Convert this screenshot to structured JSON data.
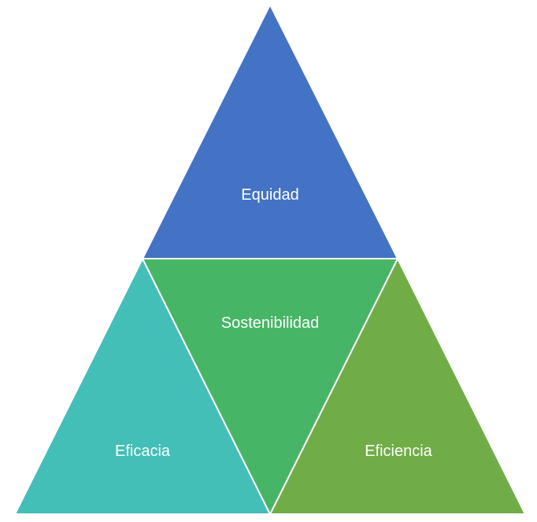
{
  "diagram": {
    "type": "pyramid-triangle",
    "segments": [
      {
        "id": "top",
        "label": "Equidad",
        "color": "#4472C4"
      },
      {
        "id": "center",
        "label": "Sostenibilidad",
        "color": "#46B565"
      },
      {
        "id": "bottom-left",
        "label": "Eficacia",
        "color": "#43BFB7"
      },
      {
        "id": "bottom-right",
        "label": "Eficiencia",
        "color": "#70AD47"
      }
    ],
    "border_color": "#FFFFFF"
  }
}
